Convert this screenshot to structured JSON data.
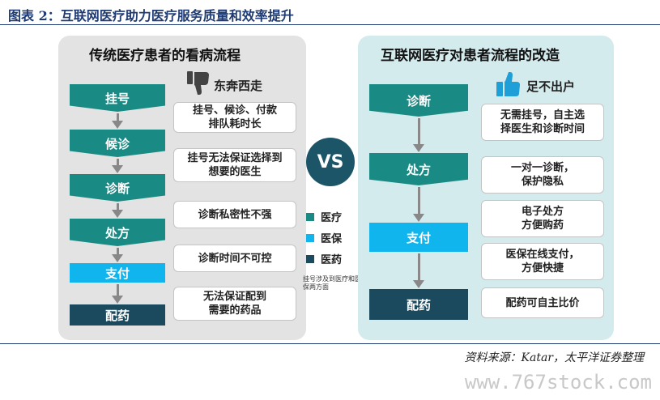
{
  "figure": {
    "title": "图表 2：互联网医疗助力医疗服务质量和效率提升",
    "source": "资料来源：Katar，太平洋证券整理",
    "watermark": "www.767stock.com"
  },
  "colors": {
    "medical": "#1a8a84",
    "insurance": "#11b5ee",
    "drug": "#1b4a5e",
    "vs": "#1d5568"
  },
  "left": {
    "title": "传统医疗患者的看病流程",
    "badge": {
      "icon": "thumbs-down-icon",
      "label": "东奔西走"
    },
    "steps": [
      "挂号",
      "候诊",
      "诊断",
      "处方",
      "支付",
      "配药"
    ],
    "notes": [
      "挂号、候诊、付款\n排队耗时长",
      "挂号无法保证选择到\n想要的医生",
      "诊断私密性不强",
      "诊断时间不可控",
      "无法保证配到\n需要的药品"
    ]
  },
  "vs_label": "VS",
  "legend": {
    "items": [
      "医疗",
      "医保",
      "医药"
    ],
    "note": "挂号涉及到医疗和医保两方面"
  },
  "right": {
    "title": "互联网医疗对患者流程的改造",
    "badge": {
      "icon": "thumbs-up-icon",
      "label": "足不出户"
    },
    "steps": [
      "诊断",
      "处方",
      "支付",
      "配药"
    ],
    "notes": [
      "无需挂号，自主选\n择医生和诊断时间",
      "一对一诊断，\n保护隐私",
      "电子处方\n方便购药",
      "医保在线支付，\n方便快捷",
      "配药可自主比价"
    ]
  }
}
